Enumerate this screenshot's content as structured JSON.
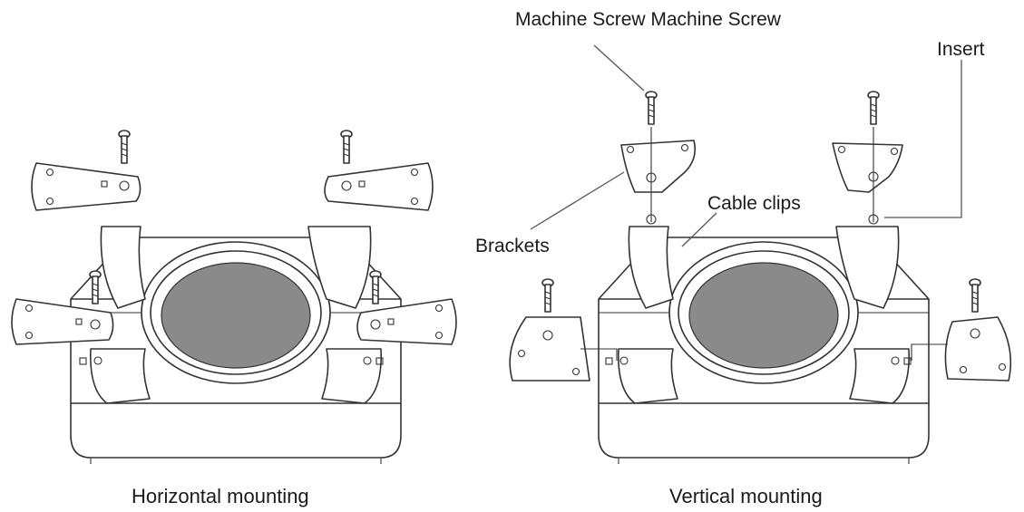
{
  "labels": {
    "machine_screw": "Machine Screw Machine Screw",
    "insert": "Insert",
    "cable_clips": "Cable clips",
    "brackets": "Brackets"
  },
  "captions": {
    "horizontal": "Horizontal mounting",
    "vertical": "Vertical mounting"
  },
  "colors": {
    "line": "#333333",
    "lens": "#8a8a8a",
    "background": "#ffffff"
  }
}
